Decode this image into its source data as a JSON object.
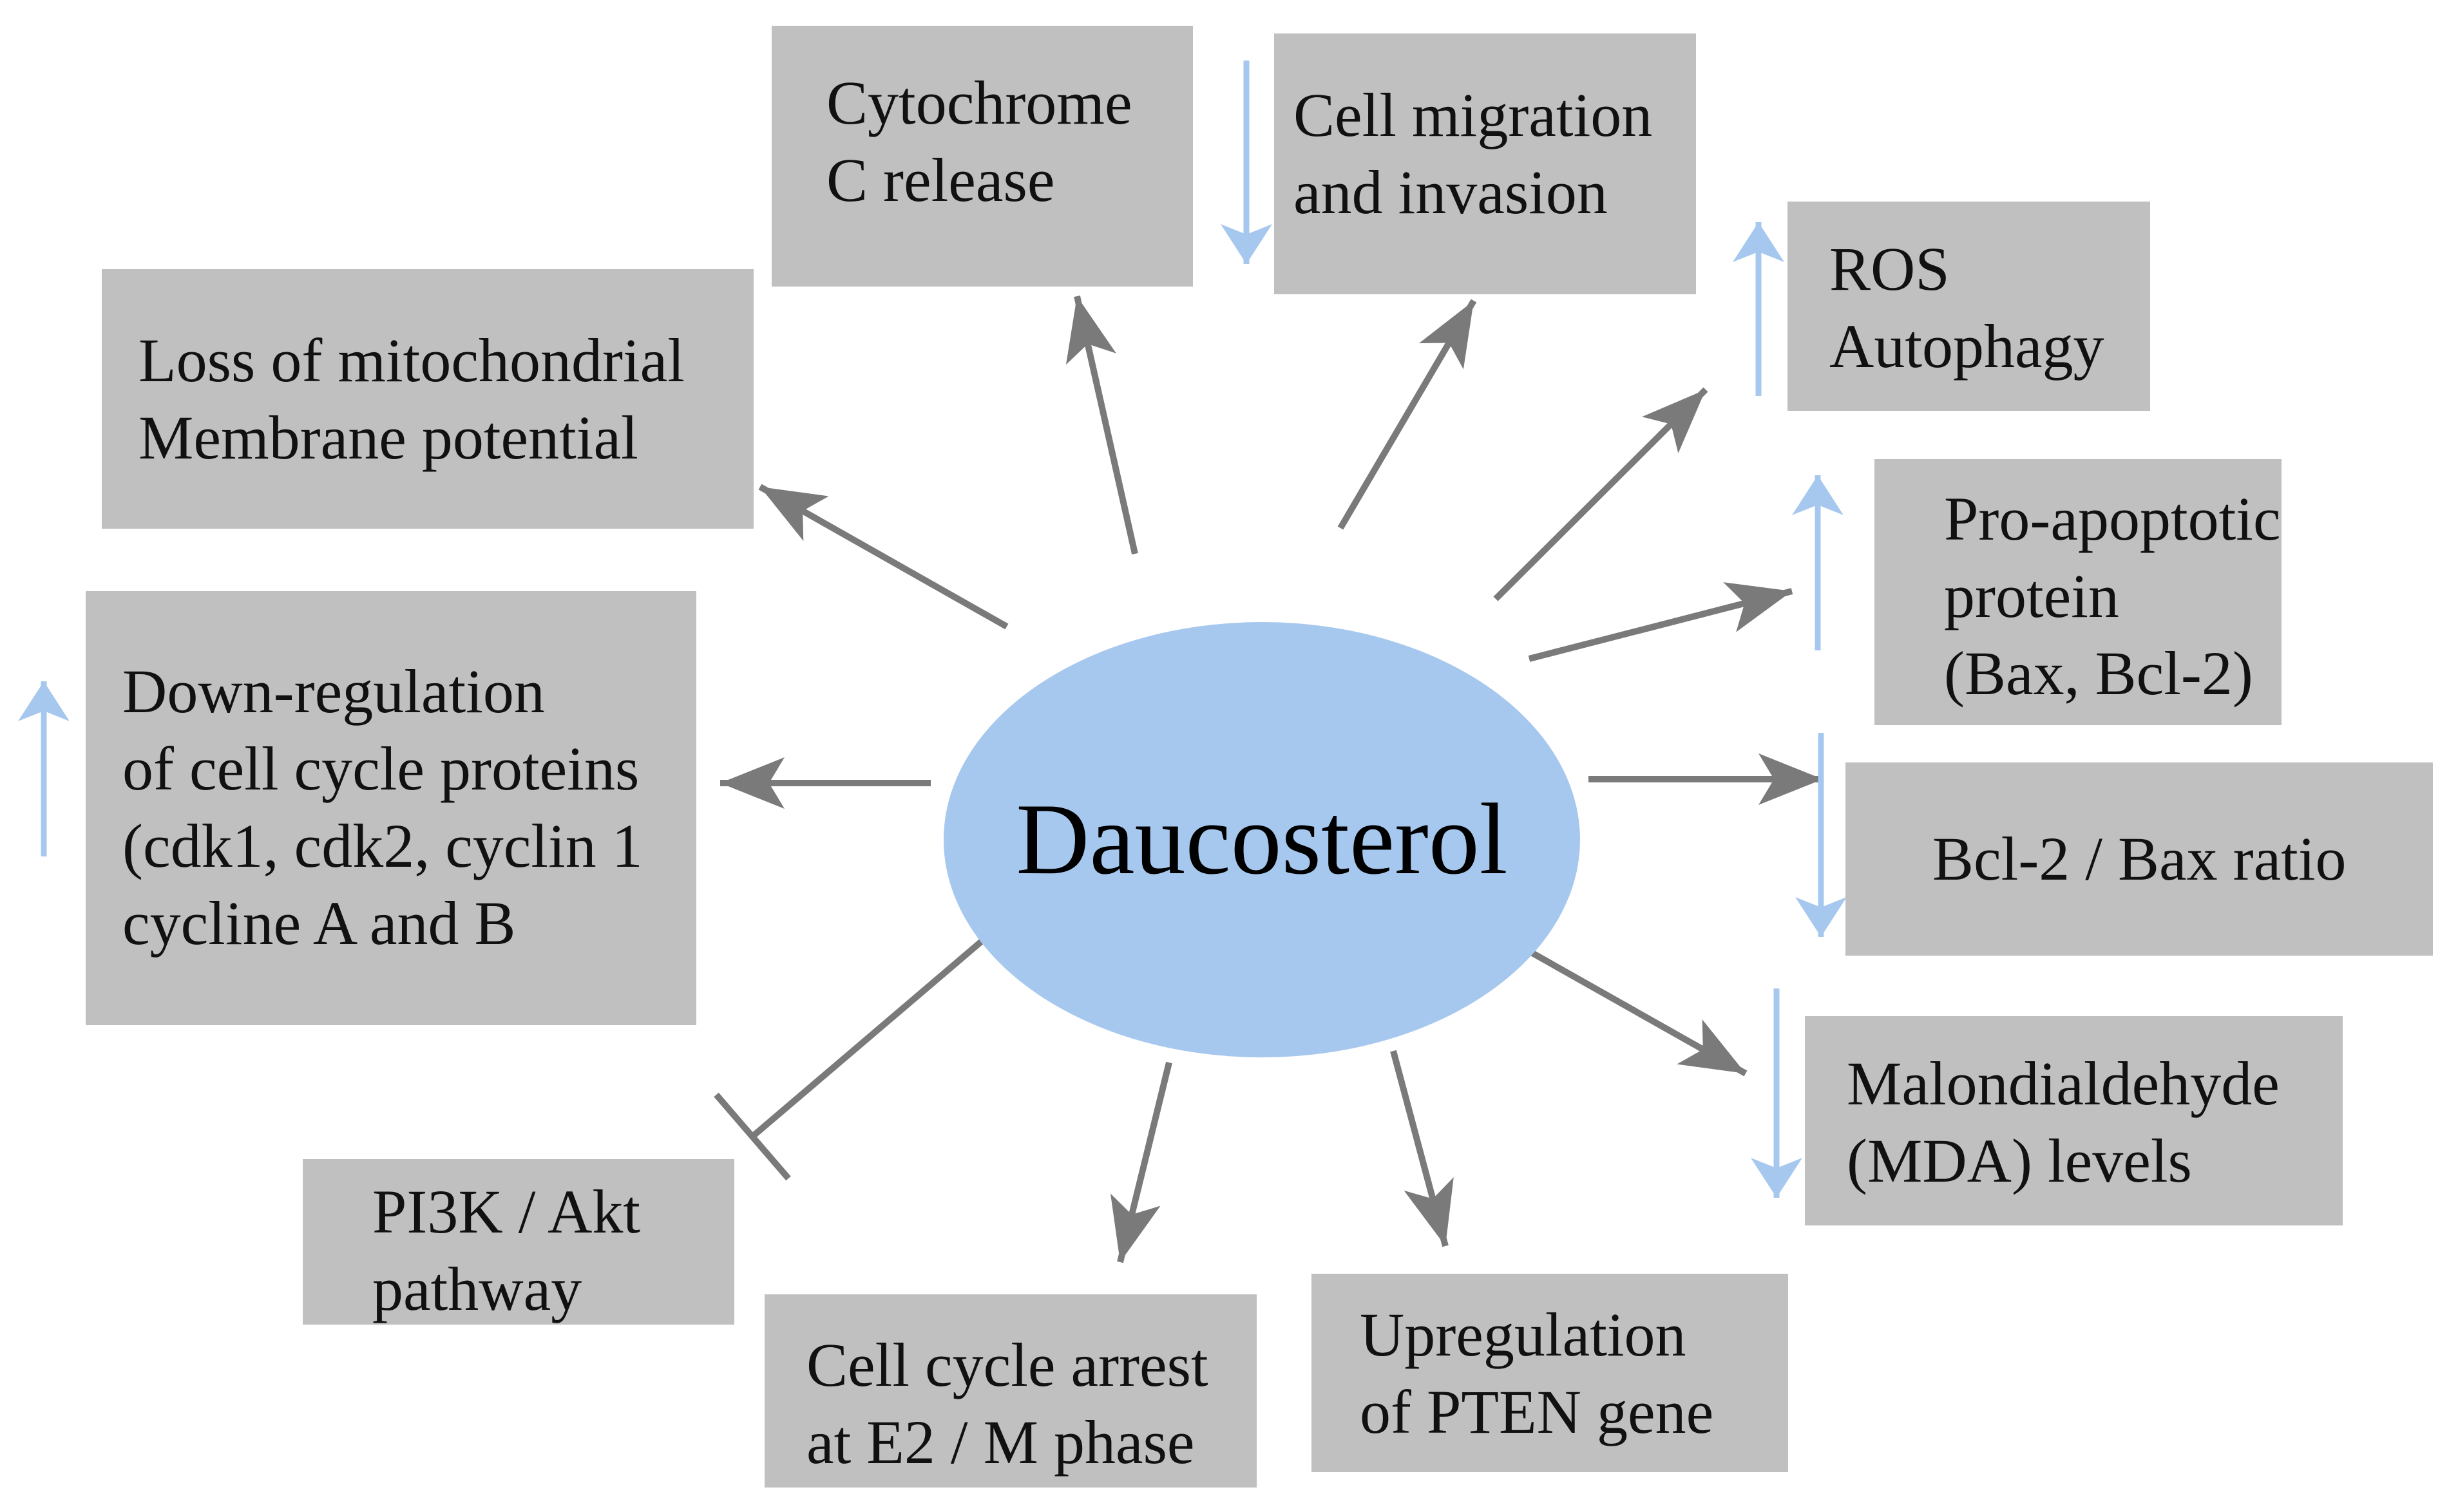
{
  "colors": {
    "box_fill": "#c0c0c0",
    "center_fill": "#a7c8ee",
    "connector_arrow": "#7a7a7a",
    "trend_arrow": "#a7c8ee"
  },
  "center": {
    "label": "Daucosterol"
  },
  "boxes": {
    "cytochrome_c": {
      "lines": [
        "Cytochrome",
        "C release"
      ]
    },
    "migration": {
      "lines": [
        "Cell migration",
        "and invasion"
      ]
    },
    "ros": {
      "lines": [
        "ROS",
        "Autophagy"
      ]
    },
    "pro_apoptotic": {
      "lines": [
        "Pro-apoptotic",
        "protein",
        "(Bax, Bcl-2)"
      ]
    },
    "bcl2_bax": {
      "lines": [
        "Bcl-2 / Bax ratio"
      ]
    },
    "mda": {
      "lines": [
        "Malondialdehyde",
        "(MDA) levels"
      ]
    },
    "pten": {
      "lines": [
        "Upregulation",
        "of PTEN gene"
      ]
    },
    "cell_cycle_arrest": {
      "lines": [
        "Cell cycle arrest",
        "at E2 / M phase"
      ]
    },
    "pi3k": {
      "lines": [
        "PI3K / Akt",
        "pathway"
      ]
    },
    "down_regulation": {
      "lines": [
        "Down-regulation",
        "of cell cycle proteins",
        "(cdk1, cdk2, cyclin 1",
        "cycline A and B"
      ]
    },
    "mito_loss": {
      "lines": [
        "Loss of mitochondrial",
        "Membrane potential"
      ]
    }
  },
  "trends": {
    "migration": "down",
    "ros": "up",
    "pro_apoptotic": "up",
    "bcl2_bax": "down",
    "mda": "down",
    "down_regulation": "up"
  }
}
